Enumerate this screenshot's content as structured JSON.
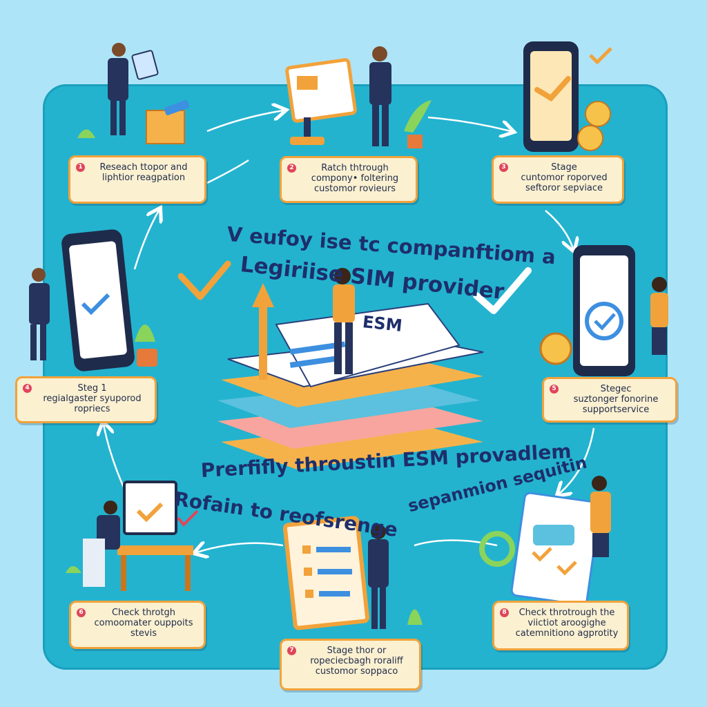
{
  "center": {
    "title_line1": "V eufoy ise tc companftiom a",
    "title_line2": "Legiriise SIM provider",
    "booklet_text": "ESM"
  },
  "footer": {
    "line1": "Prerfifly throustin ESM provadlem",
    "line2a": "Rofain to reofsrenge",
    "line2b": "sepanmion sequitin"
  },
  "labels": [
    {
      "num": "1",
      "l1": "Reseach ttopor and",
      "l2": "liphtior reagpation",
      "l3": ""
    },
    {
      "num": "2",
      "l1": "Ratch thtrough",
      "l2": "compony• foltering",
      "l3": "customor rovieurs"
    },
    {
      "num": "3",
      "l1": "Stage",
      "l2": "cuntomor roporved",
      "l3": "seftoror sepviace"
    },
    {
      "num": "4",
      "l1": "Steg 1",
      "l2": "regialgaster syuporod",
      "l3": "ropriecs"
    },
    {
      "num": "5",
      "l1": "Stegec",
      "l2": "suztonger fonorine",
      "l3": "supportservice"
    },
    {
      "num": "6",
      "l1": "Check throtgh",
      "l2": "comoomater ouppoits",
      "l3": "stevis"
    },
    {
      "num": "7",
      "l1": "Stage thor or",
      "l2": "ropeciecbagh roraliff",
      "l3": "customor soppaco"
    },
    {
      "num": "8",
      "l1": "Check throtrough the",
      "l2": "viictiot aroogighe",
      "l3": "catemnitiono agprotity"
    }
  ],
  "colors": {
    "background": "#aee4f8",
    "board": "#23b3cf",
    "label_fill": "#fbf0d0",
    "label_border": "#f2a23a",
    "accent_orange": "#f2a23a",
    "navy": "#1f2b4a"
  }
}
